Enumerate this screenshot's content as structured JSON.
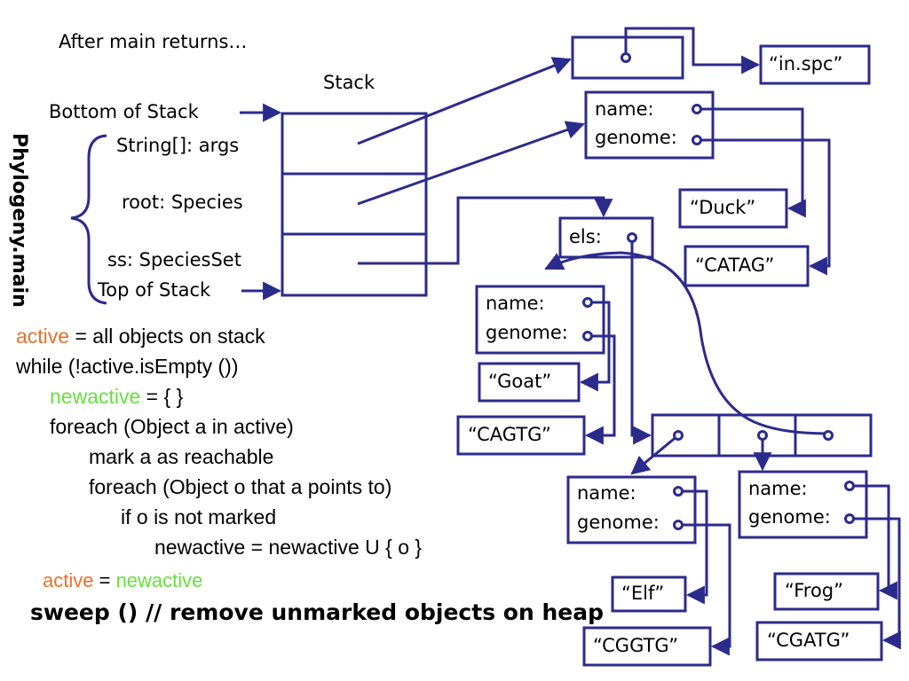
{
  "header": {
    "caption": "After main returns…"
  },
  "stack": {
    "title": "Stack",
    "bottom_label": "Bottom of Stack",
    "top_label": "Top of Stack",
    "frames": [
      "String[]: args",
      "root: Species",
      "ss: SpeciesSet"
    ],
    "method_label": "Phylogeny.main"
  },
  "heap": {
    "args_string": "“in.spc”",
    "root_name_label": "name:",
    "root_genome_label": "genome:",
    "duck": "“Duck”",
    "catag": "“CATAG”",
    "els_label": "els:",
    "goat_name_label": "name:",
    "goat_genome_label": "genome:",
    "goat": "“Goat”",
    "cagtg": "“CAGTG”",
    "elf_name_label": "name:",
    "elf_genome_label": "genome:",
    "elf": "“Elf”",
    "cggtg": "“CGGTG”",
    "frog_name_label": "name:",
    "frog_genome_label": "genome:",
    "frog": "“Frog”",
    "cgatg": "“CGATG”"
  },
  "code": {
    "l1_kw": "active",
    "l1_rest": " = all objects on stack",
    "l2": "while (!active.isEmpty ())",
    "l3_kw": "newactive",
    "l3_rest": " = { }",
    "l4": "foreach (Object a in active)",
    "l5": "mark a as reachable",
    "l6": "foreach (Object o that a points to)",
    "l7": "if o is not marked",
    "l8": "newactive = newactive U { o }",
    "l9_kw1": "active",
    "l9_eq": " = ",
    "l9_kw2": "newactive",
    "sweep": "sweep () // remove unmarked objects on heap"
  },
  "colors": {
    "box": "#2B2B8C",
    "keyword_orange": "#E8702A",
    "keyword_green": "#66E03C"
  }
}
